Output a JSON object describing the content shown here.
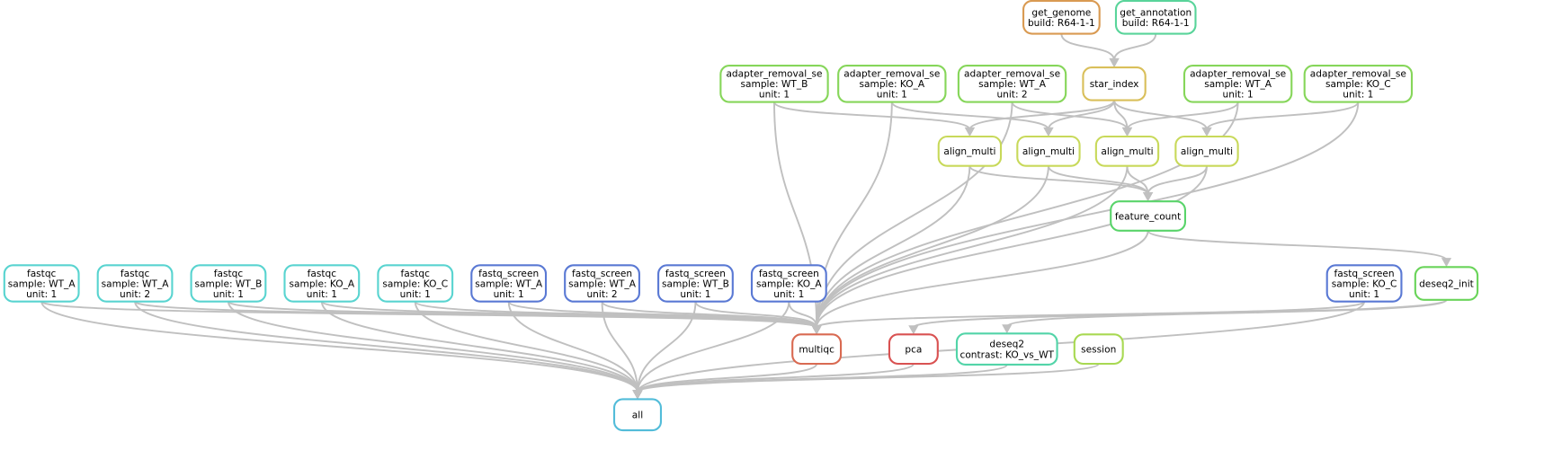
{
  "graph": {
    "nodes": [
      {
        "id": "get_genome",
        "lines": [
          "get_genome",
          "build: R64-1-1"
        ],
        "color": "#d99a52"
      },
      {
        "id": "get_annotation",
        "lines": [
          "get_annotation",
          "build: R64-1-1"
        ],
        "color": "#59d49a"
      },
      {
        "id": "ar_WT_B",
        "lines": [
          "adapter_removal_se",
          "sample: WT_B",
          "unit: 1"
        ],
        "color": "#86d65a"
      },
      {
        "id": "ar_KO_A",
        "lines": [
          "adapter_removal_se",
          "sample: KO_A",
          "unit: 1"
        ],
        "color": "#86d65a"
      },
      {
        "id": "ar_WT_A2",
        "lines": [
          "adapter_removal_se",
          "sample: WT_A",
          "unit: 2"
        ],
        "color": "#86d65a"
      },
      {
        "id": "star_index",
        "lines": [
          "star_index"
        ],
        "color": "#d9bf5a"
      },
      {
        "id": "ar_WT_A1",
        "lines": [
          "adapter_removal_se",
          "sample: WT_A",
          "unit: 1"
        ],
        "color": "#86d65a"
      },
      {
        "id": "ar_KO_C",
        "lines": [
          "adapter_removal_se",
          "sample: KO_C",
          "unit: 1"
        ],
        "color": "#86d65a"
      },
      {
        "id": "am1",
        "lines": [
          "align_multi"
        ],
        "color": "#c8d95a"
      },
      {
        "id": "am2",
        "lines": [
          "align_multi"
        ],
        "color": "#c8d95a"
      },
      {
        "id": "am3",
        "lines": [
          "align_multi"
        ],
        "color": "#c8d95a"
      },
      {
        "id": "am4",
        "lines": [
          "align_multi"
        ],
        "color": "#c8d95a"
      },
      {
        "id": "feature_count",
        "lines": [
          "feature_count"
        ],
        "color": "#59d46a"
      },
      {
        "id": "fq_WT_A1",
        "lines": [
          "fastqc",
          "sample: WT_A",
          "unit: 1"
        ],
        "color": "#59d4d0"
      },
      {
        "id": "fq_WT_A2",
        "lines": [
          "fastqc",
          "sample: WT_A",
          "unit: 2"
        ],
        "color": "#59d4d0"
      },
      {
        "id": "fq_WT_B",
        "lines": [
          "fastqc",
          "sample: WT_B",
          "unit: 1"
        ],
        "color": "#59d4d0"
      },
      {
        "id": "fq_KO_A",
        "lines": [
          "fastqc",
          "sample: KO_A",
          "unit: 1"
        ],
        "color": "#59d4d0"
      },
      {
        "id": "fq_KO_C",
        "lines": [
          "fastqc",
          "sample: KO_C",
          "unit: 1"
        ],
        "color": "#59d4d0"
      },
      {
        "id": "fs_WT_A1",
        "lines": [
          "fastq_screen",
          "sample: WT_A",
          "unit: 1"
        ],
        "color": "#5a79d4"
      },
      {
        "id": "fs_WT_A2",
        "lines": [
          "fastq_screen",
          "sample: WT_A",
          "unit: 2"
        ],
        "color": "#5a79d4"
      },
      {
        "id": "fs_WT_B",
        "lines": [
          "fastq_screen",
          "sample: WT_B",
          "unit: 1"
        ],
        "color": "#5a79d4"
      },
      {
        "id": "fs_KO_A",
        "lines": [
          "fastq_screen",
          "sample: KO_A",
          "unit: 1"
        ],
        "color": "#5a79d4"
      },
      {
        "id": "fs_KO_C",
        "lines": [
          "fastq_screen",
          "sample: KO_C",
          "unit: 1"
        ],
        "color": "#5a79d4"
      },
      {
        "id": "deseq2_init",
        "lines": [
          "deseq2_init"
        ],
        "color": "#6ad45a"
      },
      {
        "id": "multiqc",
        "lines": [
          "multiqc"
        ],
        "color": "#d96a52"
      },
      {
        "id": "pca",
        "lines": [
          "pca"
        ],
        "color": "#d95252"
      },
      {
        "id": "deseq2",
        "lines": [
          "deseq2",
          "contrast: KO_vs_WT"
        ],
        "color": "#52d4a8"
      },
      {
        "id": "session",
        "lines": [
          "session"
        ],
        "color": "#a8d952"
      },
      {
        "id": "all",
        "lines": [
          "all"
        ],
        "color": "#52bcd9"
      }
    ],
    "edges": [
      [
        "get_genome",
        "star_index"
      ],
      [
        "get_annotation",
        "star_index"
      ],
      [
        "star_index",
        "am1"
      ],
      [
        "star_index",
        "am2"
      ],
      [
        "star_index",
        "am3"
      ],
      [
        "star_index",
        "am4"
      ],
      [
        "ar_WT_B",
        "am1"
      ],
      [
        "ar_KO_A",
        "am2"
      ],
      [
        "ar_WT_A2",
        "am3"
      ],
      [
        "ar_WT_A1",
        "am3"
      ],
      [
        "ar_KO_C",
        "am4"
      ],
      [
        "am1",
        "feature_count"
      ],
      [
        "am2",
        "feature_count"
      ],
      [
        "am3",
        "feature_count"
      ],
      [
        "am4",
        "feature_count"
      ],
      [
        "feature_count",
        "deseq2_init"
      ],
      [
        "ar_WT_B",
        "multiqc"
      ],
      [
        "ar_KO_A",
        "multiqc"
      ],
      [
        "ar_WT_A2",
        "multiqc"
      ],
      [
        "ar_WT_A1",
        "multiqc"
      ],
      [
        "ar_KO_C",
        "multiqc"
      ],
      [
        "am1",
        "multiqc"
      ],
      [
        "am2",
        "multiqc"
      ],
      [
        "am3",
        "multiqc"
      ],
      [
        "am4",
        "multiqc"
      ],
      [
        "feature_count",
        "multiqc"
      ],
      [
        "fq_WT_A1",
        "multiqc"
      ],
      [
        "fq_WT_A2",
        "multiqc"
      ],
      [
        "fq_WT_B",
        "multiqc"
      ],
      [
        "fq_KO_A",
        "multiqc"
      ],
      [
        "fq_KO_C",
        "multiqc"
      ],
      [
        "fs_WT_A1",
        "multiqc"
      ],
      [
        "fs_WT_A2",
        "multiqc"
      ],
      [
        "fs_WT_B",
        "multiqc"
      ],
      [
        "fs_KO_A",
        "multiqc"
      ],
      [
        "fs_KO_C",
        "multiqc"
      ],
      [
        "deseq2_init",
        "pca"
      ],
      [
        "deseq2_init",
        "deseq2"
      ],
      [
        "fq_WT_A1",
        "all"
      ],
      [
        "fq_WT_A2",
        "all"
      ],
      [
        "fq_WT_B",
        "all"
      ],
      [
        "fq_KO_A",
        "all"
      ],
      [
        "fq_KO_C",
        "all"
      ],
      [
        "fs_WT_A1",
        "all"
      ],
      [
        "fs_WT_A2",
        "all"
      ],
      [
        "fs_WT_B",
        "all"
      ],
      [
        "fs_KO_A",
        "all"
      ],
      [
        "fs_KO_C",
        "all"
      ],
      [
        "multiqc",
        "all"
      ],
      [
        "pca",
        "all"
      ],
      [
        "deseq2",
        "all"
      ],
      [
        "session",
        "all"
      ]
    ]
  }
}
